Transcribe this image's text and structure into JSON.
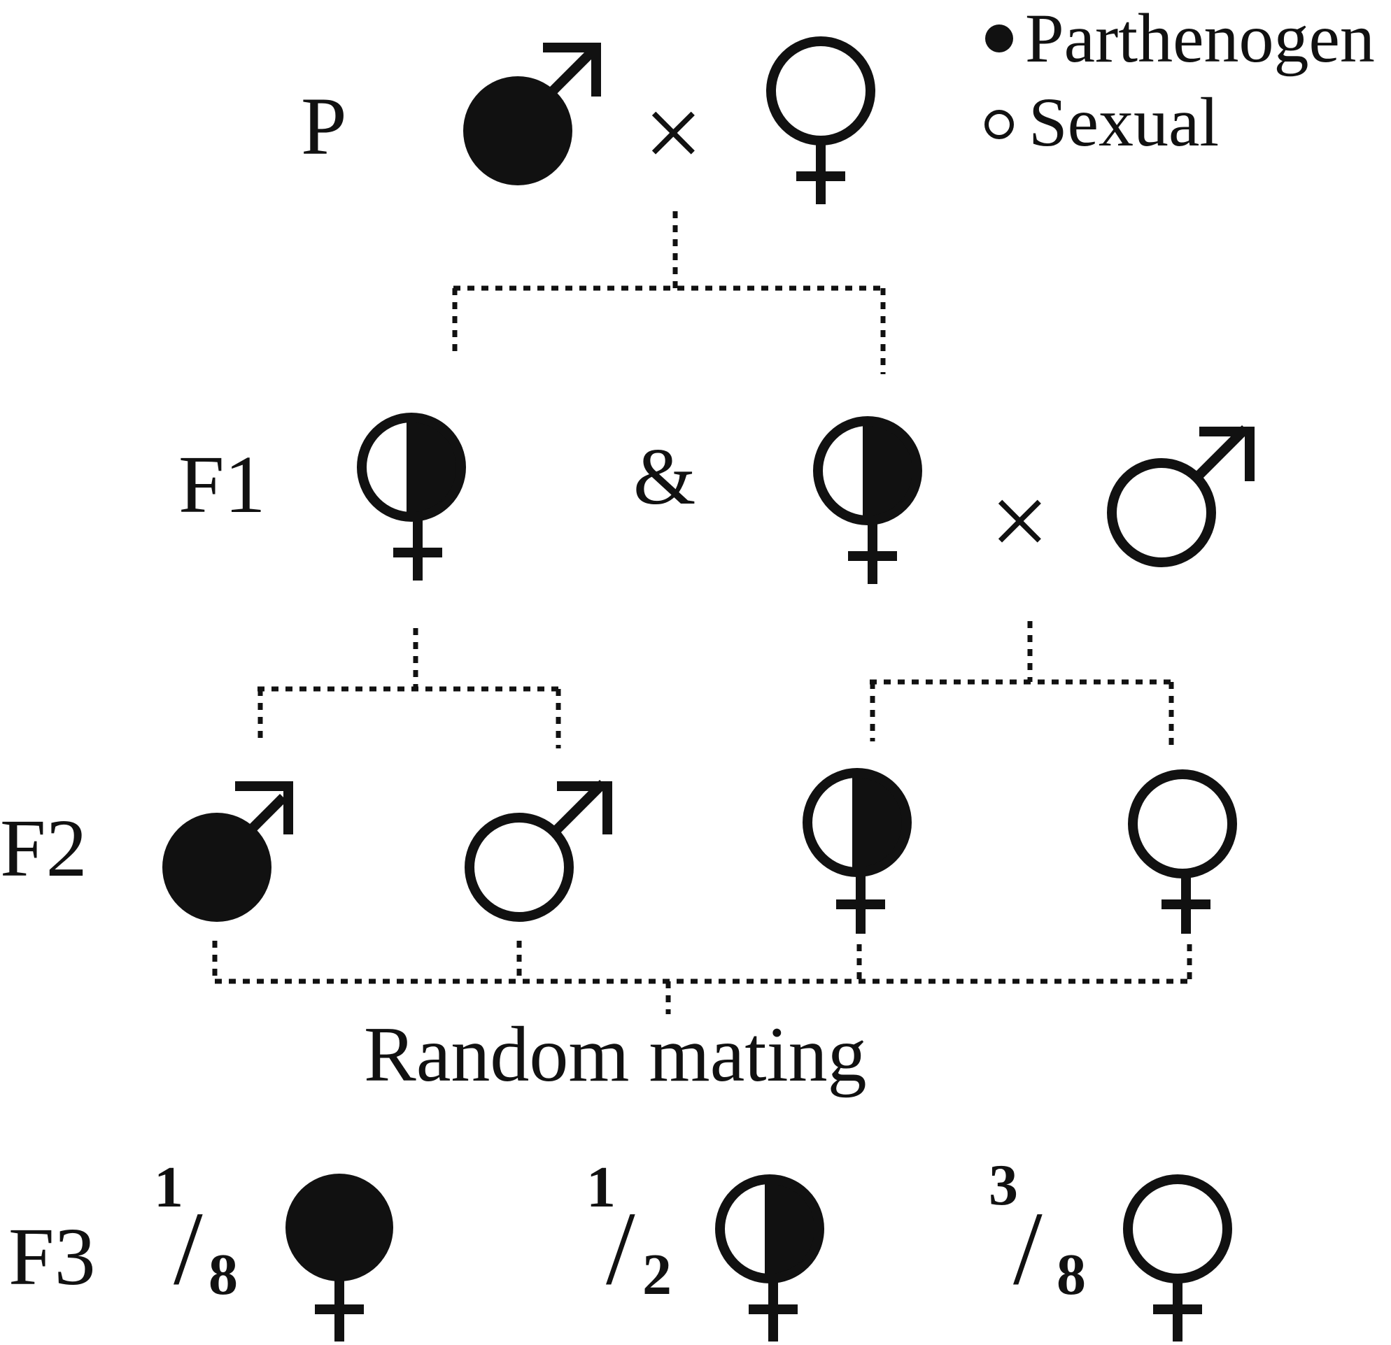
{
  "generations": {
    "p": "P",
    "f1": "F1",
    "f2": "F2",
    "f3": "F3"
  },
  "legend": {
    "parthenogen": "Parthenogen",
    "sexual": "Sexual"
  },
  "cross_symbol": "×",
  "and_symbol": "&",
  "random_mating": "Random mating",
  "f3_fractions": [
    {
      "num": "1",
      "den": "8",
      "type": "parthenogen-female"
    },
    {
      "num": "1",
      "den": "2",
      "type": "hybrid-female"
    },
    {
      "num": "3",
      "den": "8",
      "type": "sexual-female"
    }
  ],
  "colors": {
    "ink": "#111111",
    "paper": "#ffffff"
  }
}
